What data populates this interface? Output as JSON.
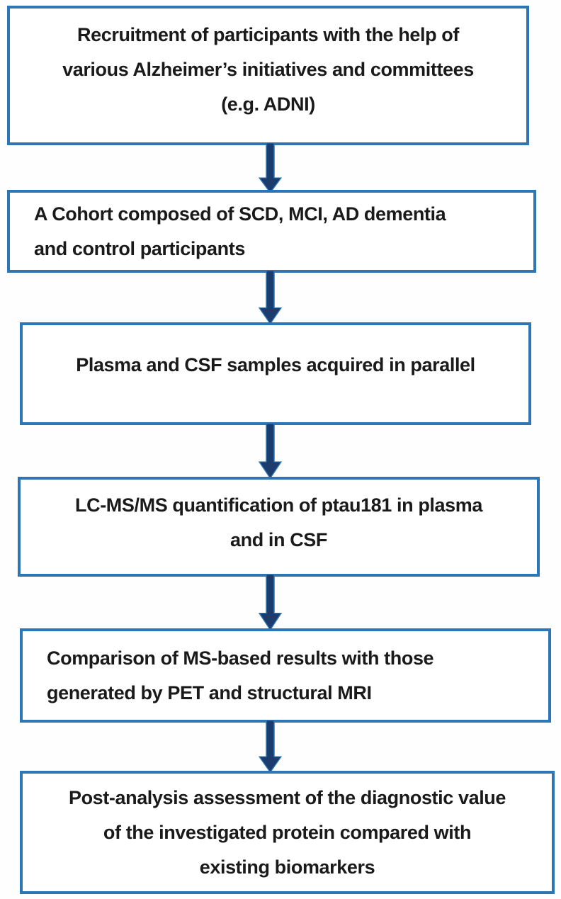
{
  "flowchart": {
    "type": "vertical-flowchart",
    "colors": {
      "box_border": "#2E75B6",
      "box_background": "#FFFFFF",
      "arrow_fill": "#1B3C6D",
      "arrow_outline": "#2E75B6",
      "text": "#1A1A1A",
      "page_background": "#FEFEFE"
    },
    "steps": [
      {
        "id": 1,
        "align": "center",
        "lines": [
          "Recruitment of participants with the help of",
          "various Alzheimer’s initiatives and committees",
          "(e.g. ADNI)"
        ]
      },
      {
        "id": 2,
        "align": "left",
        "lines": [
          "A Cohort composed of SCD, MCI, AD dementia",
          "and control participants"
        ]
      },
      {
        "id": 3,
        "align": "center",
        "lines": [
          "Plasma and CSF samples acquired in parallel"
        ]
      },
      {
        "id": 4,
        "align": "center",
        "lines": [
          "LC-MS/MS quantification of ptau181 in plasma",
          "and in CSF"
        ]
      },
      {
        "id": 5,
        "align": "left",
        "lines": [
          "Comparison of MS-based results with those",
          "generated by PET and structural MRI"
        ]
      },
      {
        "id": 6,
        "align": "center",
        "lines": [
          "Post-analysis assessment of the diagnostic value",
          "of the investigated protein compared with",
          "existing biomarkers"
        ]
      }
    ],
    "connectors": [
      {
        "from": 1,
        "to": 2,
        "direction": "down"
      },
      {
        "from": 2,
        "to": 3,
        "direction": "down"
      },
      {
        "from": 3,
        "to": 4,
        "direction": "down"
      },
      {
        "from": 4,
        "to": 5,
        "direction": "down"
      },
      {
        "from": 5,
        "to": 6,
        "direction": "down"
      }
    ]
  }
}
